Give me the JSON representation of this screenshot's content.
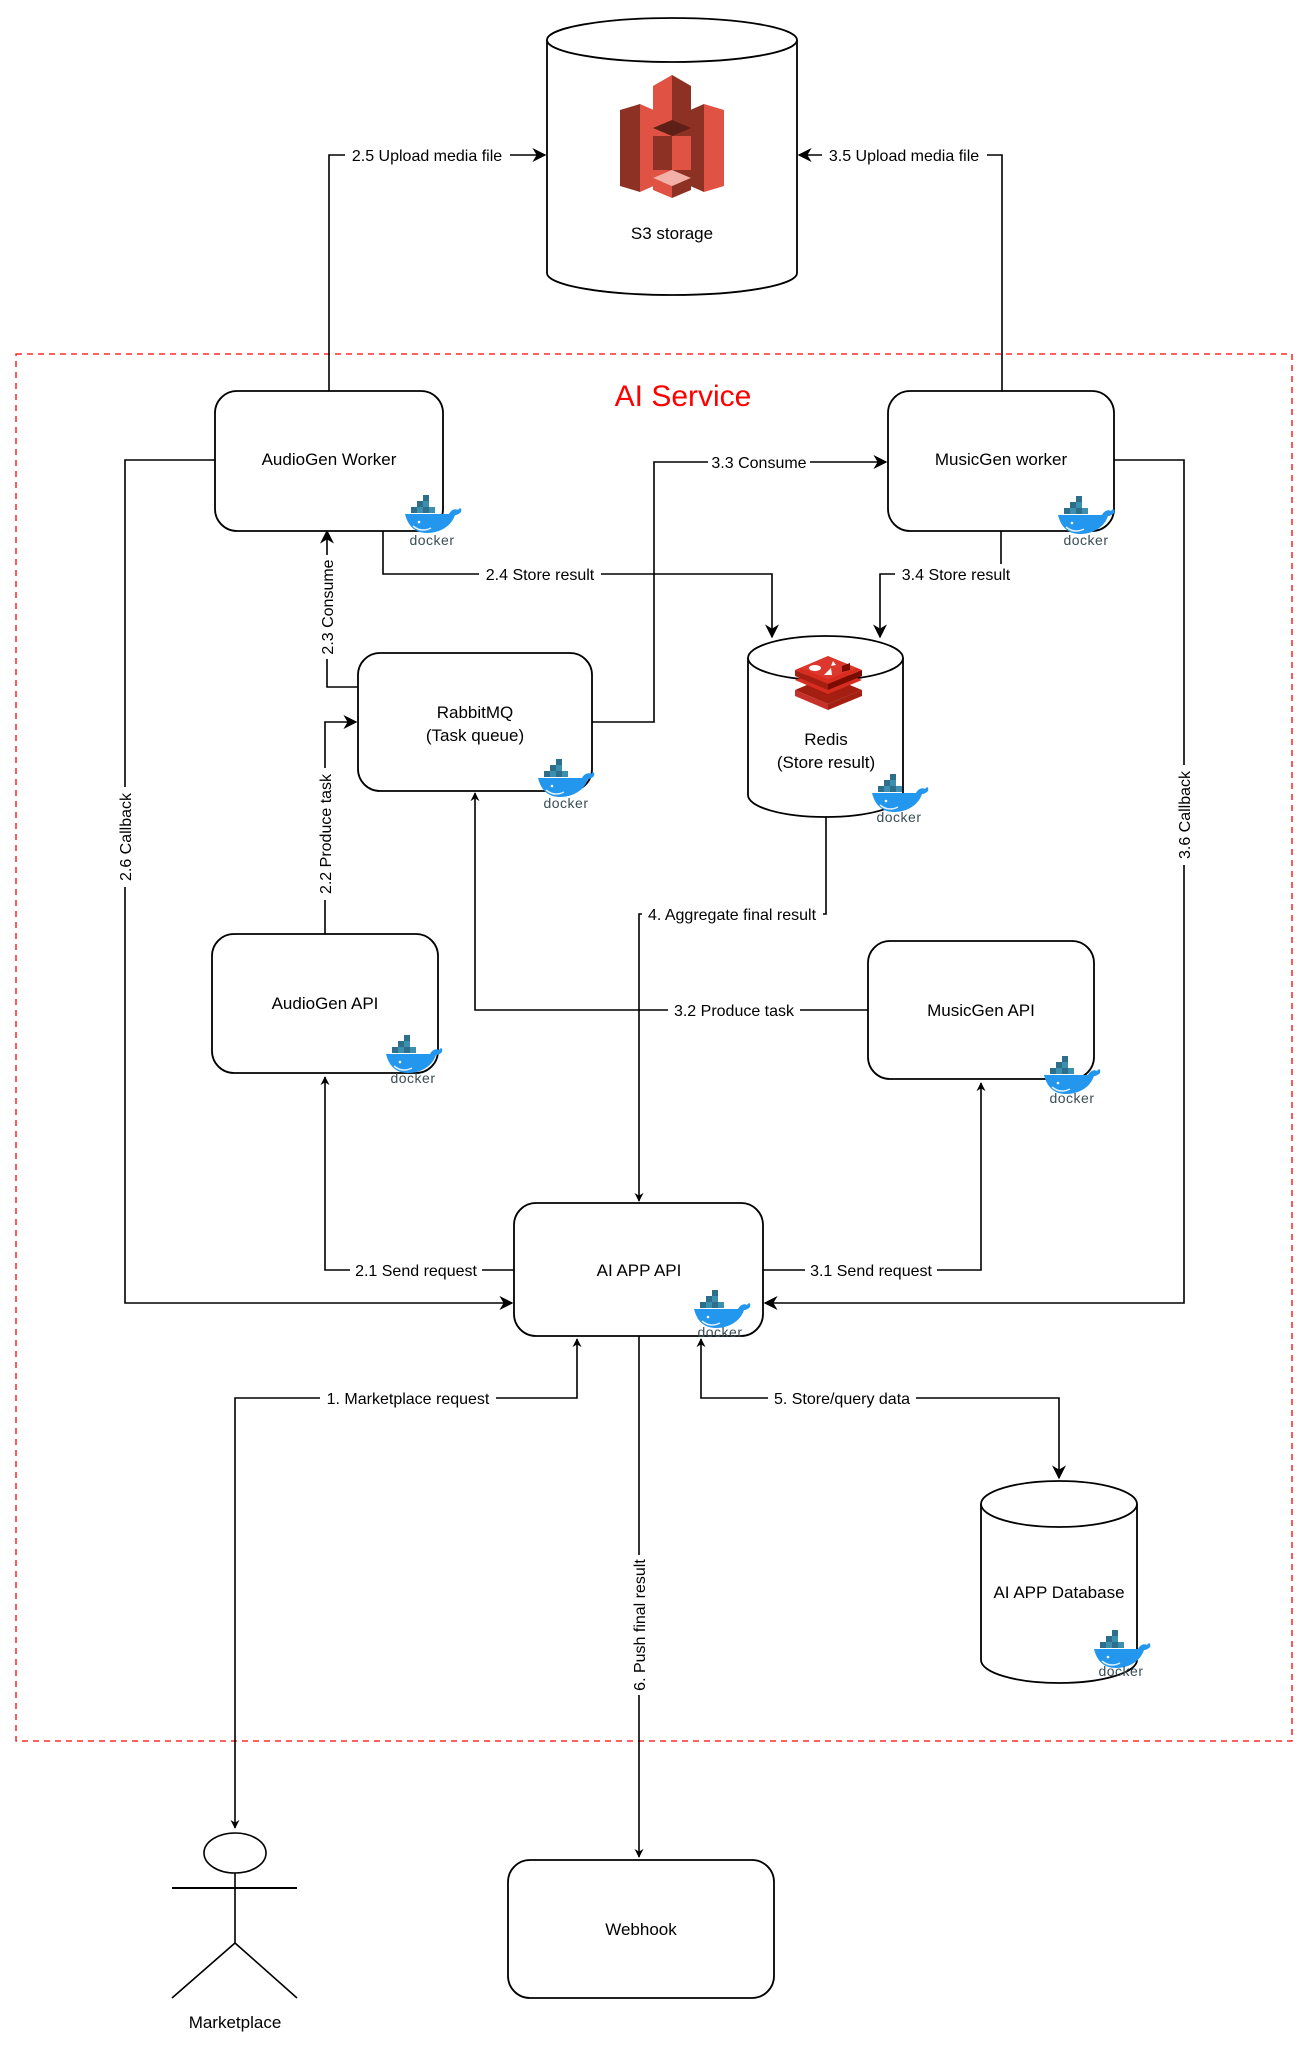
{
  "diagram": {
    "group": {
      "title": "AI Service",
      "border_color": "#ff0000"
    },
    "nodes": {
      "s3": {
        "label": "S3 storage"
      },
      "audiogen_worker": {
        "label": "AudioGen Worker"
      },
      "musicgen_worker": {
        "label": "MusicGen worker"
      },
      "rabbitmq": {
        "line1": "RabbitMQ",
        "line2": "(Task queue)"
      },
      "redis": {
        "line1": "Redis",
        "line2": "(Store result)"
      },
      "audiogen_api": {
        "label": "AudioGen API"
      },
      "musicgen_api": {
        "label": "MusicGen API"
      },
      "ai_app_api": {
        "label": "AI APP API"
      },
      "ai_app_db": {
        "label": "AI APP Database"
      },
      "webhook": {
        "label": "Webhook"
      },
      "marketplace": {
        "label": "Marketplace"
      }
    },
    "edges": {
      "e1": "1. Marketplace request",
      "e2_1": "2.1 Send request",
      "e2_2": "2.2 Produce task",
      "e2_3": "2.3 Consume",
      "e2_4": "2.4 Store result",
      "e2_5": "2.5 Upload media file",
      "e2_6": "2.6 Callback",
      "e3_1": "3.1 Send request",
      "e3_2": "3.2 Produce task",
      "e3_3": "3.3 Consume",
      "e3_4": "3.4 Store result",
      "e3_5": "3.5 Upload media file",
      "e3_6": "3.6 Callback",
      "e4": "4. Aggregate final result",
      "e5": "5. Store/query data",
      "e6": "6. Push final result"
    },
    "icons": {
      "docker_word": "docker"
    },
    "colors": {
      "s3_light": "#e05243",
      "s3_dark": "#8c3123",
      "redis_red": "#d82c20",
      "docker_blue": "#2396ed"
    }
  }
}
